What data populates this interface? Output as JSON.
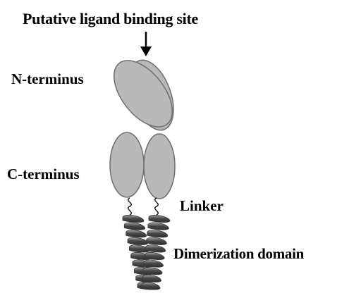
{
  "labels": {
    "ligand_site": "Putative ligand binding site",
    "n_terminus": "N-terminus",
    "c_terminus": "C-terminus",
    "linker": "Linker",
    "dimerization": "Dimerization domain"
  },
  "colors": {
    "domain_fill": "#b9b9b9",
    "domain_stroke": "#6e6e6e",
    "helix_dark": "#3a3a3a",
    "helix_light": "#9a9a9a",
    "text": "#000000"
  }
}
